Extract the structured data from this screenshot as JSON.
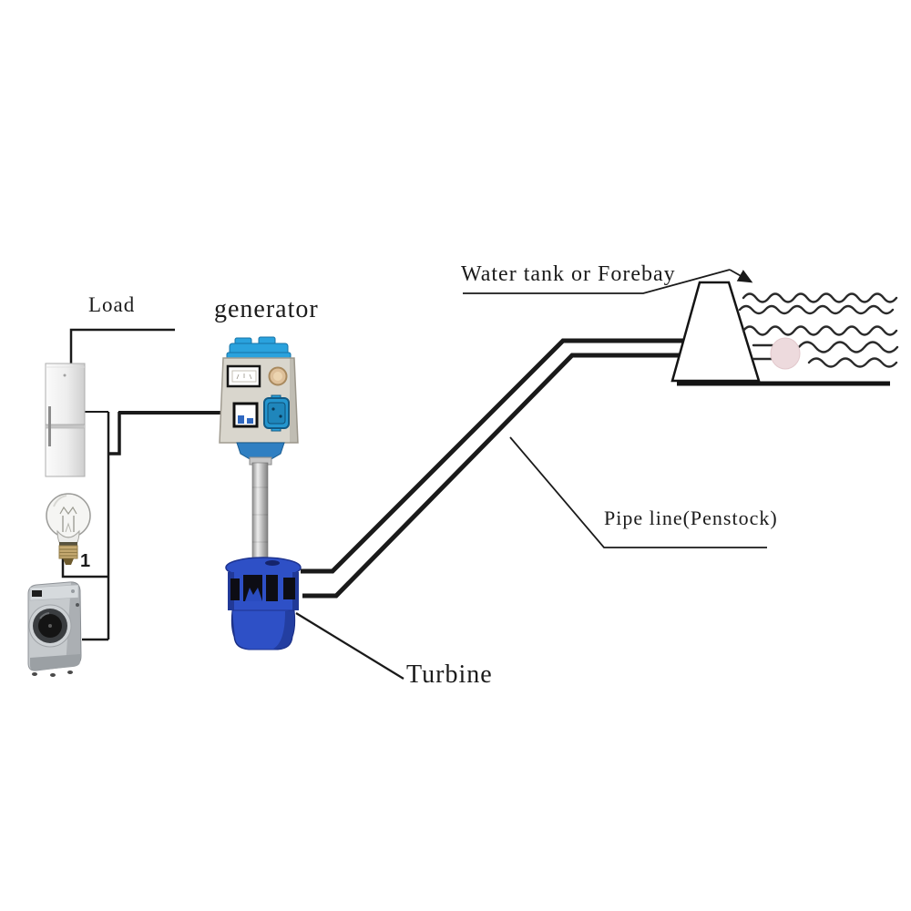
{
  "diagram": {
    "labels": {
      "load": "Load",
      "generator": "generator",
      "water_tank": "Water tank or Forebay",
      "pipe_line": "Pipe line(Penstock)",
      "turbine": "Turbine",
      "wire_marker": "1"
    },
    "colors": {
      "line": "#1a1a1a",
      "turbine_blue": "#2e50c6",
      "generator_head_blue": "#2aa2dd",
      "socket_blue": "#2496cf",
      "panel_gray": "#d9d6cd",
      "float_pink": "#eddadd",
      "appliance_silver": "#c6cacd",
      "brass": "#c7ab72"
    }
  }
}
